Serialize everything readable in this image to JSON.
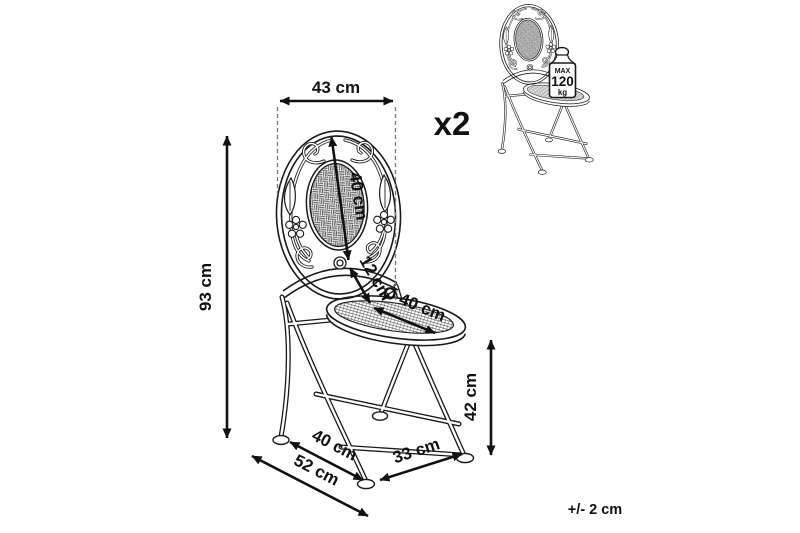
{
  "meta": {
    "quantity": "x2",
    "tolerance": "+/- 2 cm"
  },
  "dimensions": {
    "top_width": "43 cm",
    "total_height": "93 cm",
    "backrest_height": "40 cm",
    "backrest_gap": "12 cm",
    "seat_diameter": "Ø 40 cm",
    "seat_height": "42 cm",
    "footprint_front": "40 cm",
    "footprint_depth": "52 cm",
    "footprint_back": "33 cm"
  },
  "max_load_badge": {
    "max": "MAX",
    "value": "120",
    "unit": "kg"
  },
  "colors": {
    "line": "#1a1a1a",
    "dim": "#111111",
    "dash": "#777777",
    "background": "#ffffff"
  }
}
